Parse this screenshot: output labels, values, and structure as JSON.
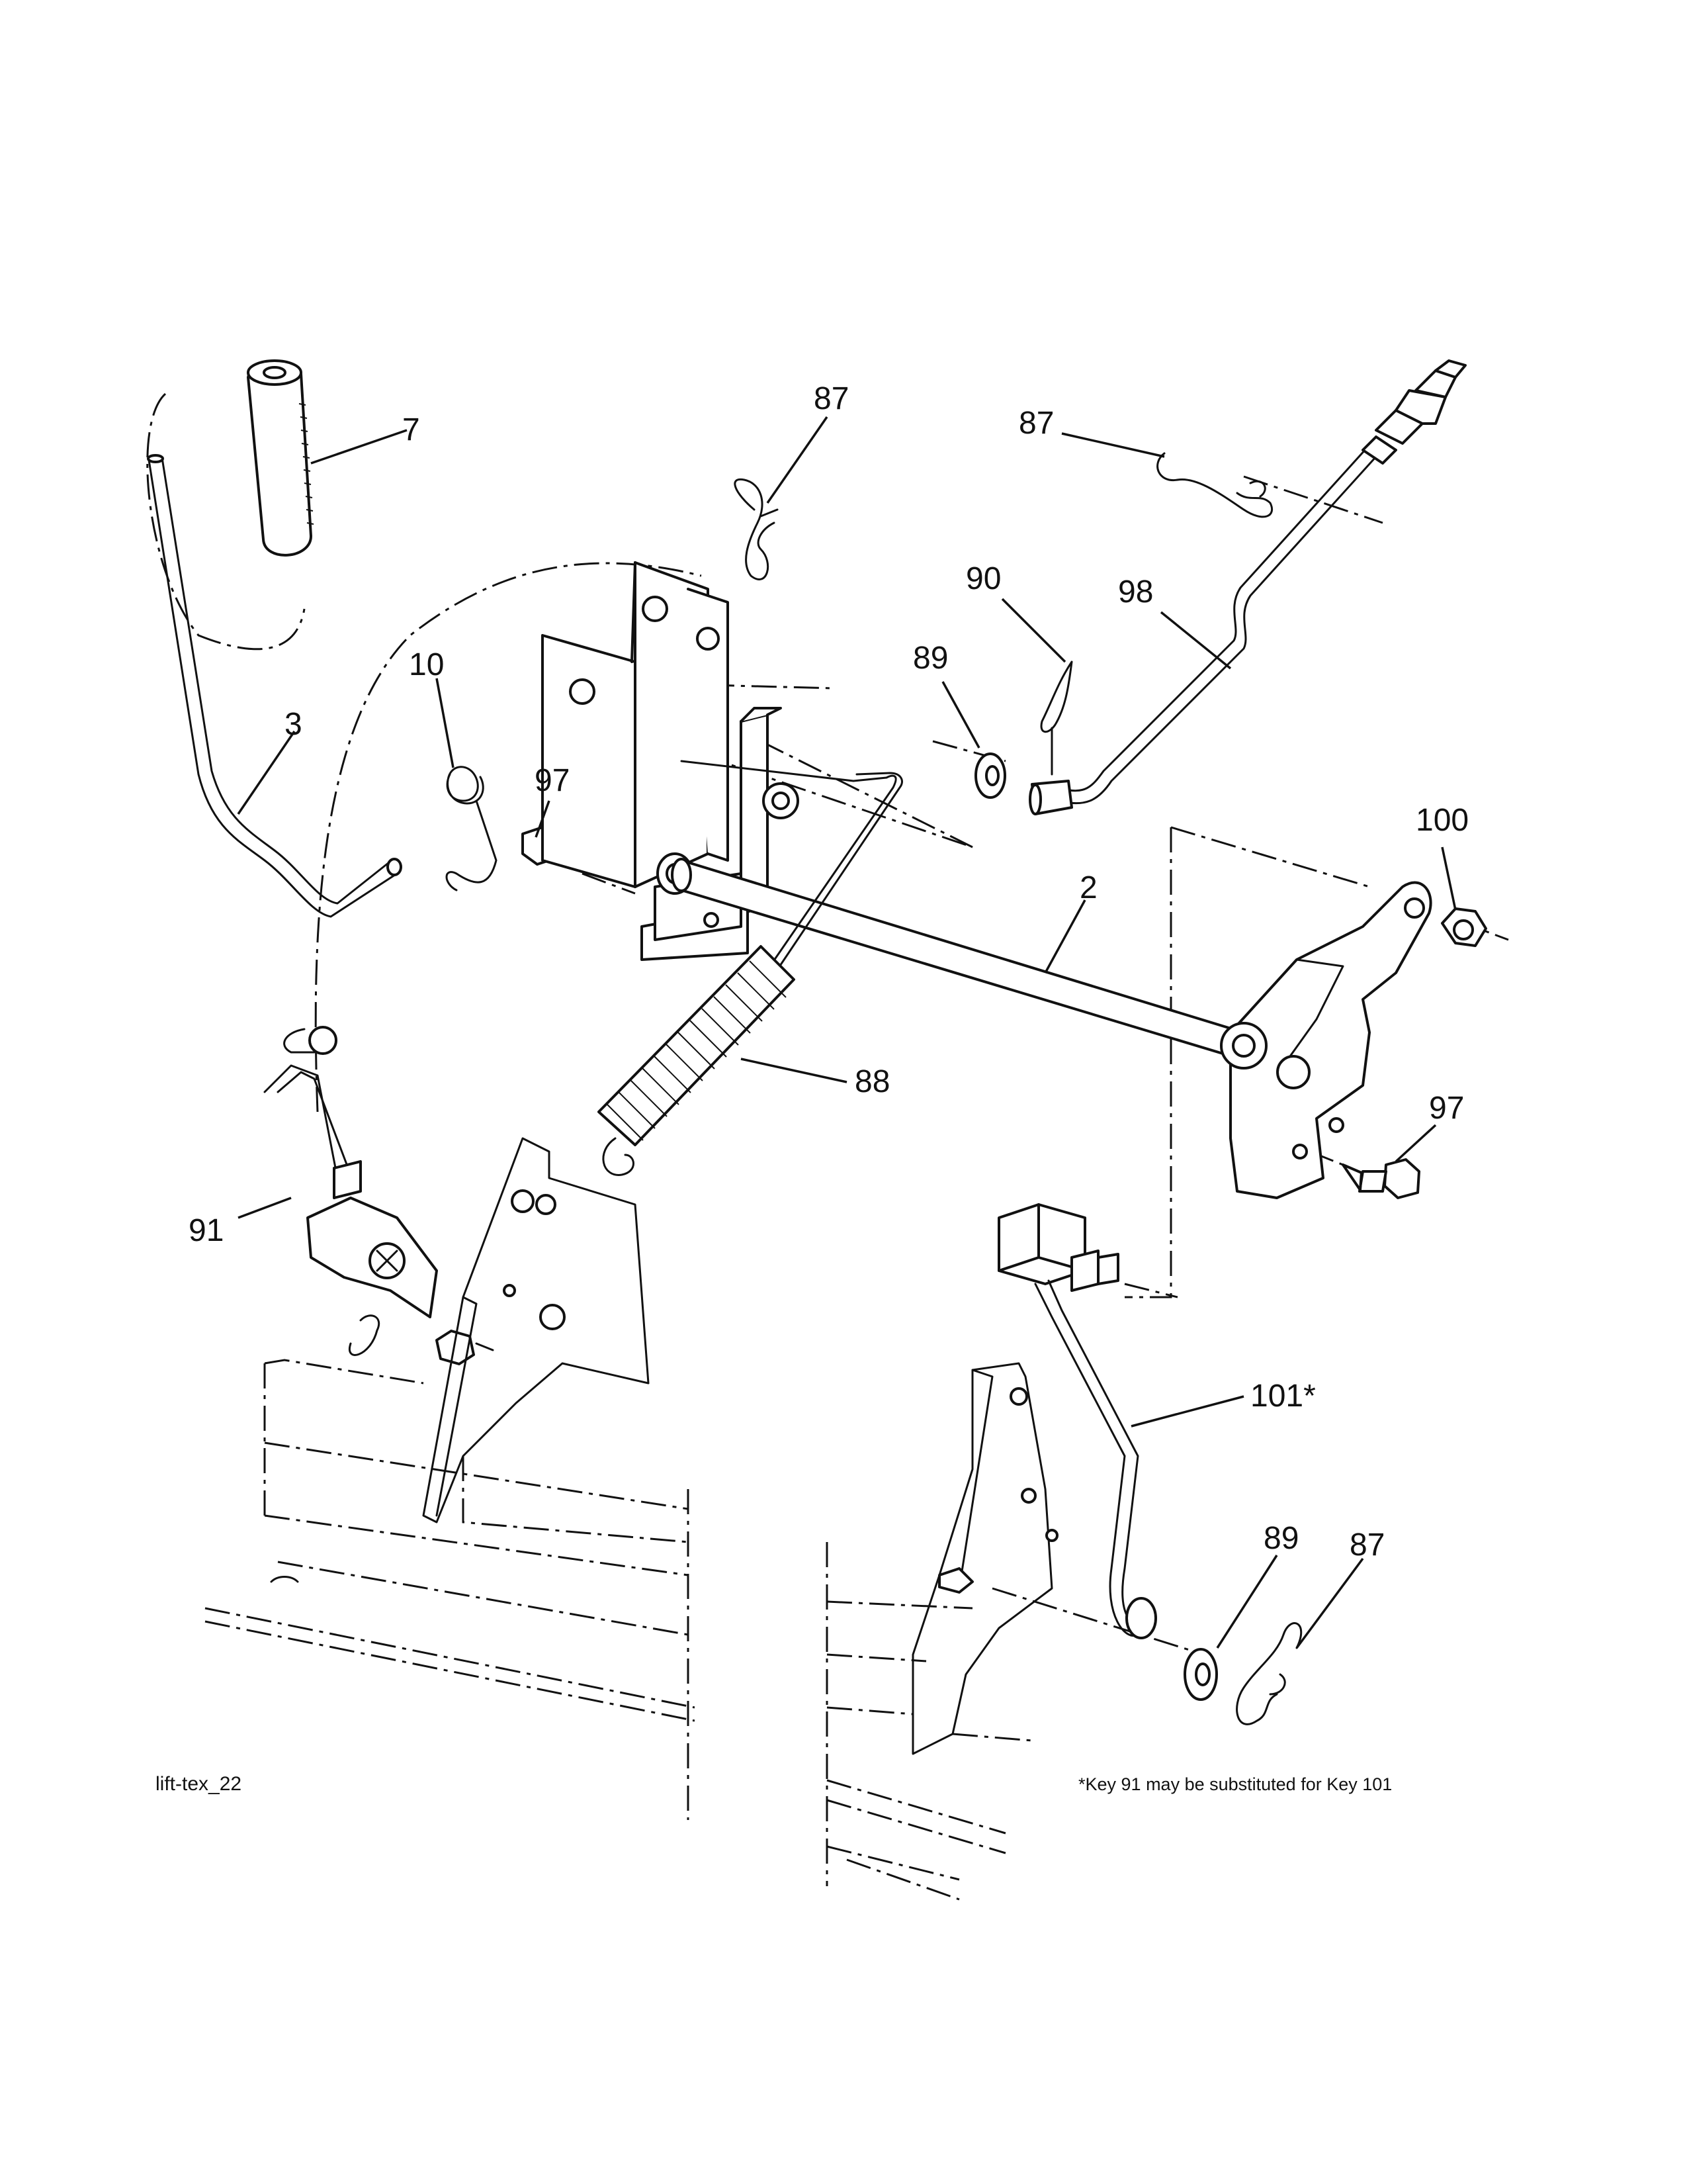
{
  "callouts": {
    "k7": "7",
    "k87_top": "87",
    "k87_right": "87",
    "k90": "90",
    "k98": "98",
    "k89_top": "89",
    "k10": "10",
    "k3": "3",
    "k97_left": "97",
    "k2": "2",
    "k100": "100",
    "k88": "88",
    "k97_right": "97",
    "k91": "91",
    "k101": "101*",
    "k89_bottom": "89",
    "k87_bottom": "87"
  },
  "footer": {
    "drawing_id": "lift-tex_22",
    "note": "*Key 91 may be substituted for Key 101"
  }
}
